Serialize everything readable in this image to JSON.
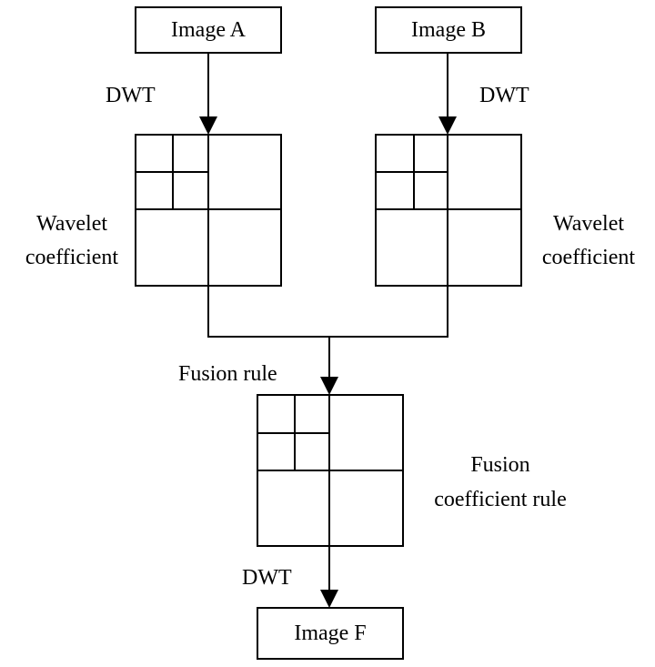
{
  "nodes": {
    "image_a": "Image A",
    "image_b": "Image B",
    "image_f": "Image F"
  },
  "edges": {
    "dwt_left": "DWT",
    "dwt_right": "DWT",
    "dwt_bottom": "DWT",
    "fusion_rule": "Fusion rule"
  },
  "annotations": {
    "left_coeff_line1": "Wavelet",
    "left_coeff_line2": "coefficient",
    "right_coeff_line1": "Wavelet",
    "right_coeff_line2": "coefficient",
    "fusion_coeff_line1": "Fusion",
    "fusion_coeff_line2": "coefficient rule"
  },
  "colors": {
    "stroke": "#000000",
    "background": "#ffffff"
  }
}
